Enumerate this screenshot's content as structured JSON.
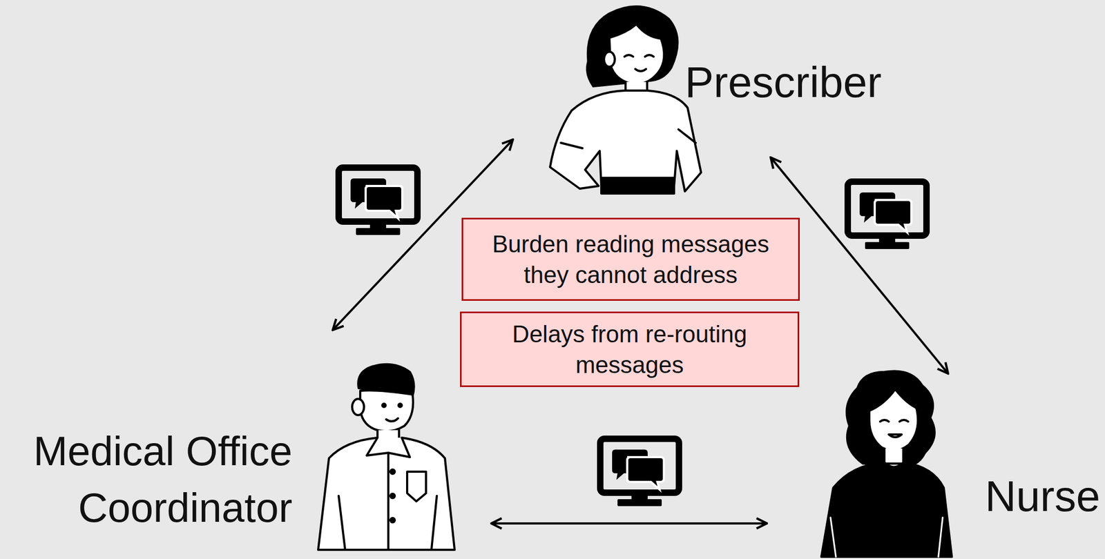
{
  "diagram": {
    "nodes": [
      {
        "text": [
          "Prescriber"
        ]
      },
      {
        "text": [
          "Burden reading messages they cannot address"
        ]
      },
      {
        "text": [
          "Delays from re-routing messages"
        ]
      },
      {
        "text": [
          "Medical Office Coordinator"
        ]
      },
      {
        "text": [
          "Nurse"
        ]
      }
    ],
    "edges": [
      {
        "from": 0,
        "to": 3,
        "arrow": "both"
      },
      {
        "from": 0,
        "to": 4,
        "arrow": "both"
      },
      {
        "from": 3,
        "to": 4,
        "arrow": "both"
      }
    ]
  }
}
